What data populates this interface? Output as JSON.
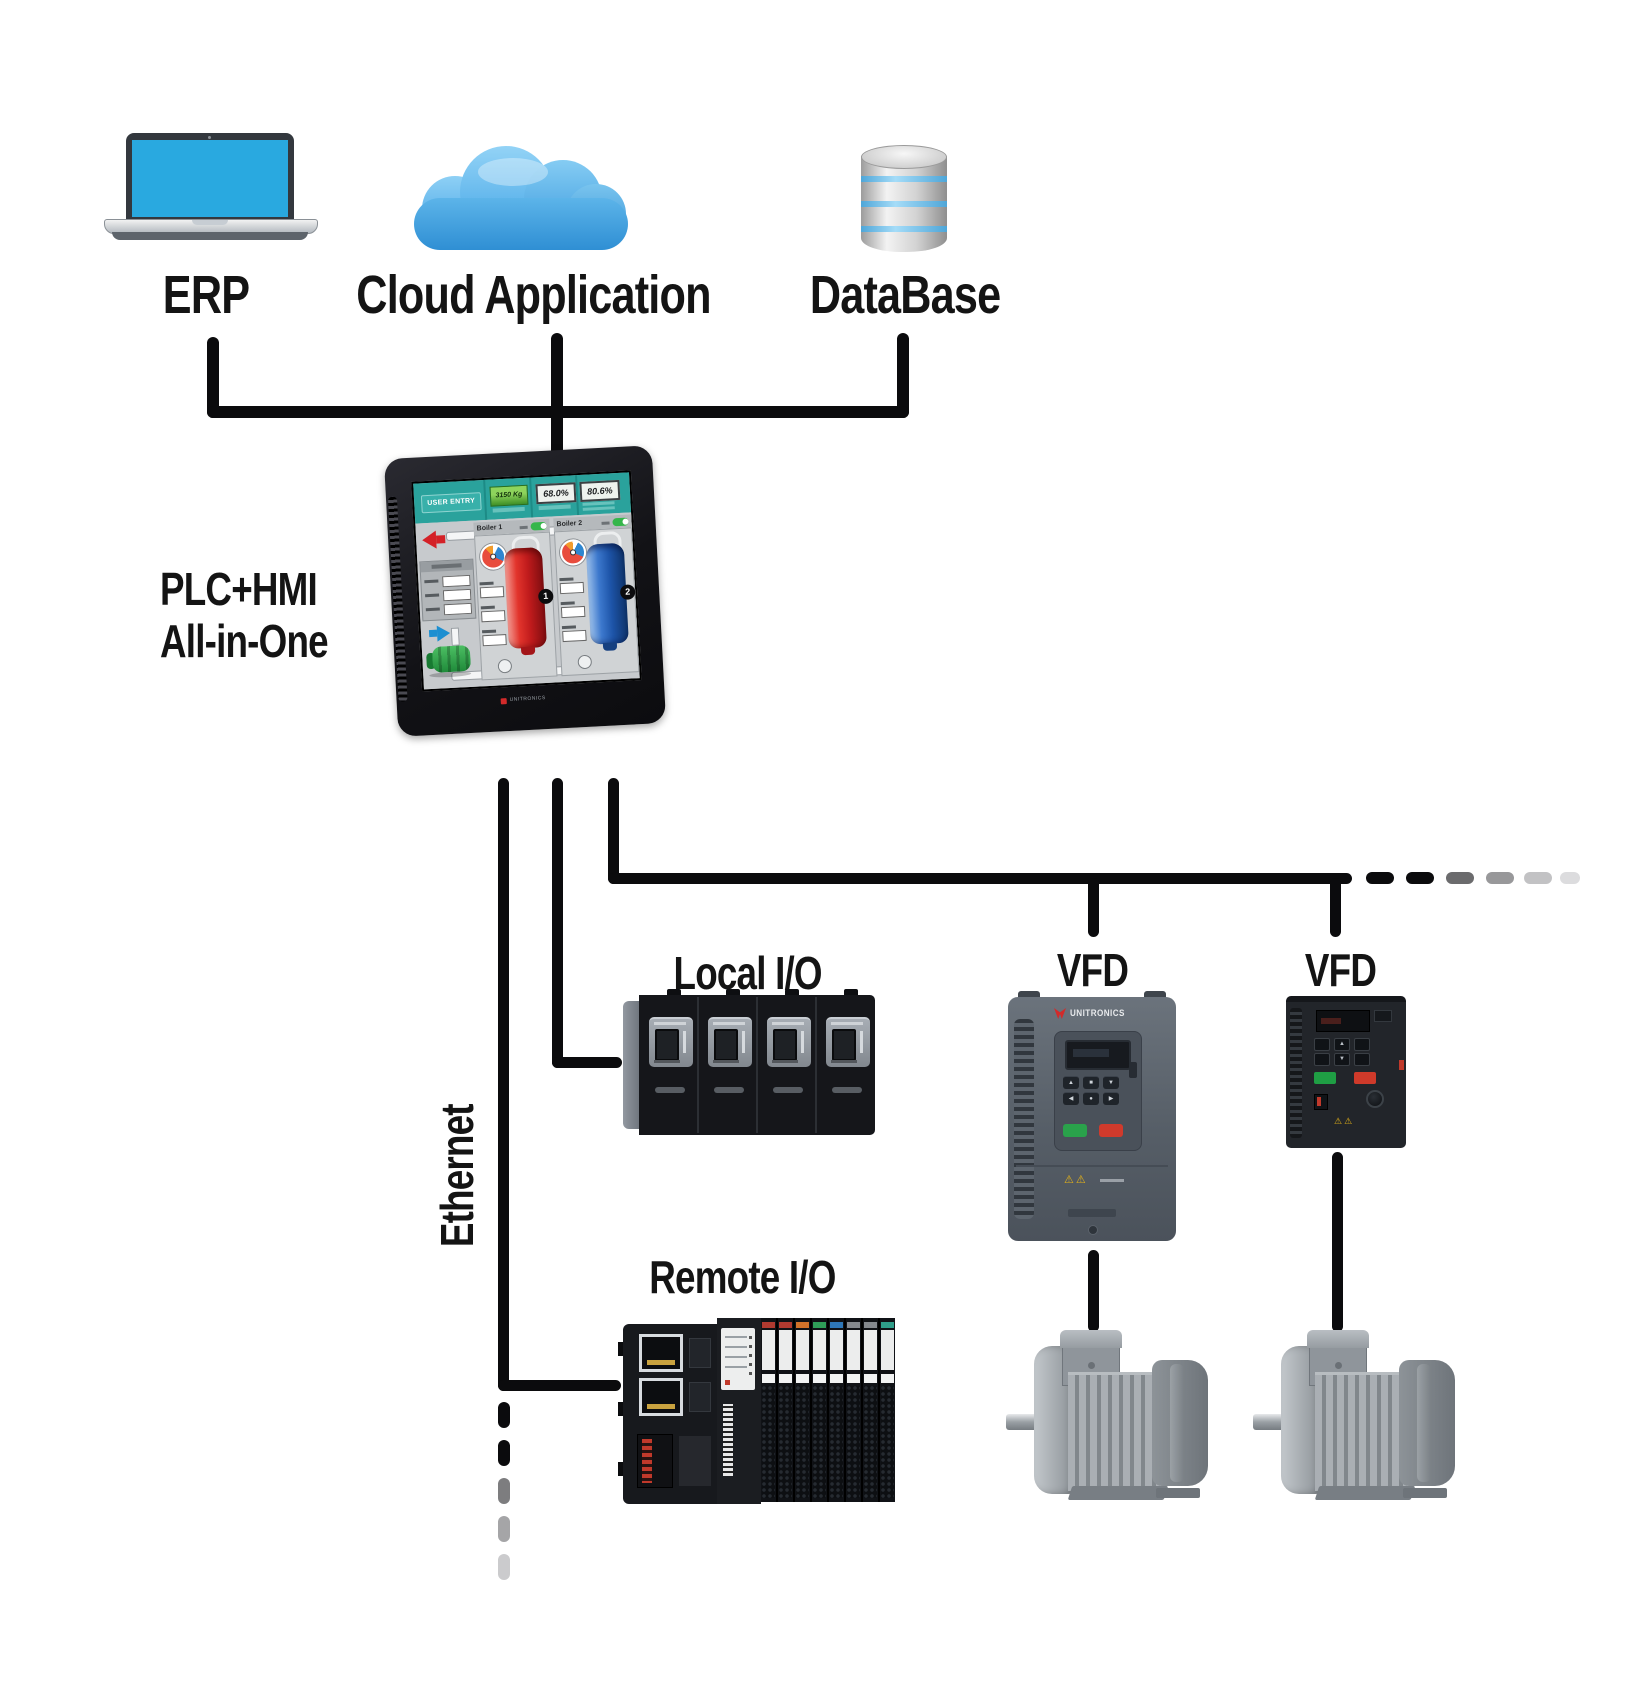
{
  "top_nodes": {
    "erp": {
      "label": "ERP",
      "icon": "laptop-icon"
    },
    "cloud": {
      "label": "Cloud Application",
      "icon": "cloud-icon"
    },
    "database": {
      "label": "DataBase",
      "icon": "database-icon"
    }
  },
  "plc": {
    "label_line1": "PLC+HMI",
    "label_line2": "All-in-One",
    "brand": "UNITRONICS"
  },
  "hmi_screen": {
    "user_entry_button": "USER ENTRY",
    "display1": "3150 Kg",
    "display2": "68.0%",
    "display3": "80.6%",
    "boiler1_title": "Boiler 1",
    "boiler2_title": "Boiler 2",
    "badge1": "1",
    "badge2": "2"
  },
  "network": {
    "ethernet_label": "Ethernet"
  },
  "field_nodes": {
    "local_io": {
      "label": "Local I/O"
    },
    "remote_io": {
      "label": "Remote I/O"
    },
    "vfd1": {
      "label": "VFD",
      "brand": "UNITRONICS"
    },
    "vfd2": {
      "label": "VFD"
    }
  },
  "colors": {
    "line": "#0b0b0d",
    "accent_teal": "#2aa29c",
    "screen_blue": "#29a9e0",
    "tank_red": "#d42127",
    "tank_blue": "#2e62b5",
    "pump_green": "#2ea449",
    "dash_fade_vertical": [
      "#0b0b0d",
      "#0b0b0d",
      "#7d7d7f",
      "#a5a5a7",
      "#cbcbcd"
    ],
    "dash_fade_horizontal": [
      "#0b0b0d",
      "#0b0b0d",
      "#6b6b6d",
      "#98989a",
      "#c2c2c4",
      "#dcdcde"
    ]
  }
}
